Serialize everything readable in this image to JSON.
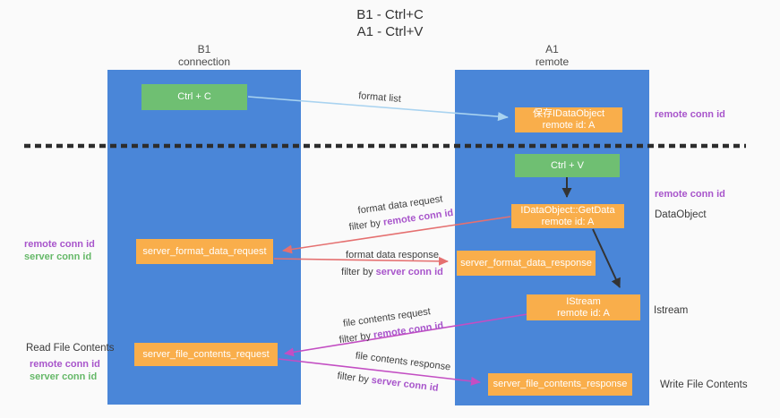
{
  "title": {
    "line1": "B1 - Ctrl+C",
    "line2": "A1 - Ctrl+V"
  },
  "lanes": {
    "left": {
      "title": "B1",
      "subtitle": "connection"
    },
    "right": {
      "title": "A1",
      "subtitle": "remote"
    }
  },
  "nodes": {
    "ctrl_c": {
      "label": "Ctrl + C"
    },
    "ctrl_v": {
      "label": "Ctrl + V"
    },
    "save_idataobject": {
      "line1": "保存IDataObject",
      "line2": "remote id: A"
    },
    "getdata": {
      "line1": "IDataObject::GetData",
      "line2": "remote id: A"
    },
    "istream": {
      "line1": "IStream",
      "line2": "remote id: A"
    },
    "format_request": {
      "label": "server_format_data_request"
    },
    "format_response": {
      "label": "server_format_data_response"
    },
    "file_request": {
      "label": "server_file_contents_request"
    },
    "file_response": {
      "label": "server_file_contents_response"
    }
  },
  "edge_labels": {
    "format_list": "format list",
    "format_request": {
      "text": "format data request",
      "filter_prefix": "filter by",
      "filter_key": "remote conn id"
    },
    "format_response": {
      "text": "format data response",
      "filter_prefix": "filter by",
      "filter_key": "server conn id"
    },
    "file_request": {
      "text": "file contents request",
      "filter_prefix": "filter by",
      "filter_key": "remote conn id"
    },
    "file_response": {
      "text": "file contents response",
      "filter_prefix": "filter by",
      "filter_key": "server conn id"
    }
  },
  "side_labels": {
    "right_top_remote_conn_id": "remote conn id",
    "right_mid_remote_conn_id": "remote conn id",
    "dataobject": "DataObject",
    "istream": "Istream",
    "write_file_contents": "Write File Contents",
    "read_file_contents": "Read File Contents",
    "left_format": {
      "remote": "remote conn id",
      "server": "server conn id"
    },
    "left_file": {
      "remote": "remote conn id",
      "server": "server conn id"
    }
  },
  "colors": {
    "lane_blue": "#4a86d8",
    "node_green": "#6fbf72",
    "node_orange": "#f9ae4b",
    "label_purple": "#a855cb",
    "label_green": "#65b868",
    "arrow_red": "#e57070",
    "arrow_magenta": "#c34ec3",
    "arrow_lightblue": "#a9d3f0",
    "arrow_black": "#333333",
    "dashed_line": "#2d2d2d",
    "background": "#fafafa"
  }
}
